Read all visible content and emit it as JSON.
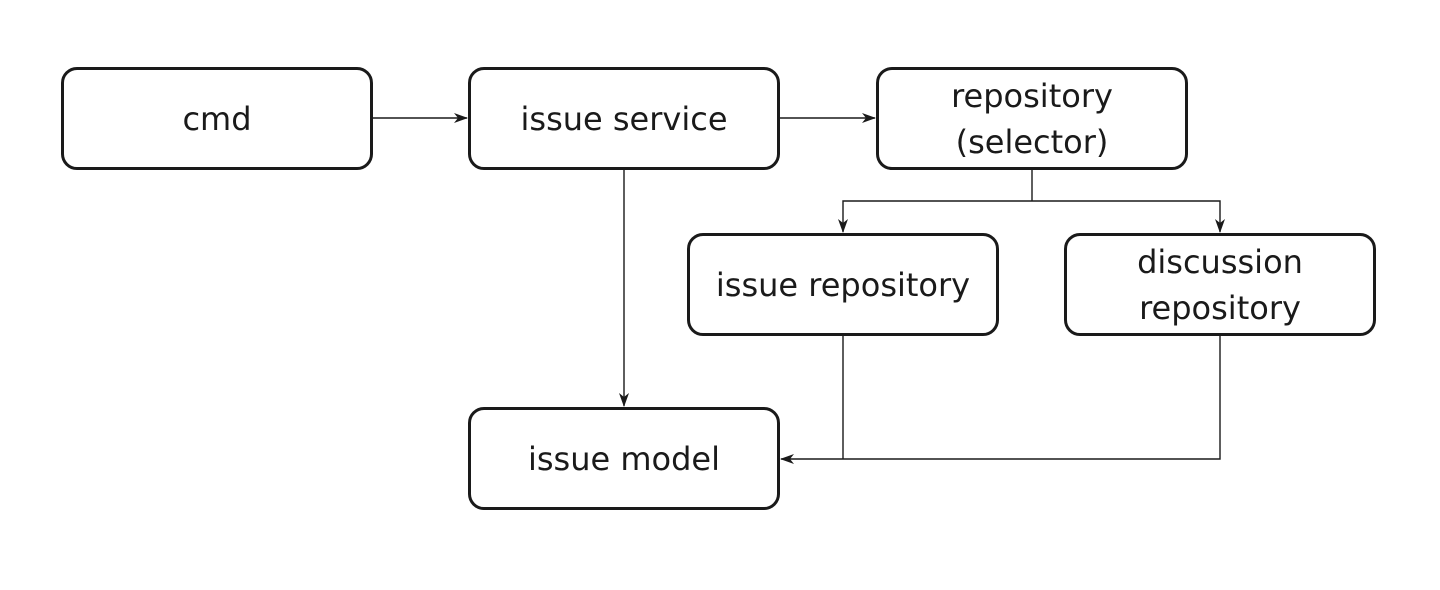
{
  "diagram": {
    "nodes": {
      "cmd": {
        "lines": [
          "cmd"
        ]
      },
      "issue_service": {
        "lines": [
          "issue service"
        ]
      },
      "repository_selector": {
        "lines": [
          "repository",
          "(selector)"
        ]
      },
      "issue_repository": {
        "lines": [
          "issue repository"
        ]
      },
      "discussion_repository": {
        "lines": [
          "discussion",
          "repository"
        ]
      },
      "issue_model": {
        "lines": [
          "issue model"
        ]
      }
    },
    "edges": [
      {
        "from": "cmd",
        "to": "issue service"
      },
      {
        "from": "issue service",
        "to": "repository (selector)"
      },
      {
        "from": "issue service",
        "to": "issue model"
      },
      {
        "from": "repository (selector)",
        "to": "issue repository"
      },
      {
        "from": "repository (selector)",
        "to": "discussion repository"
      },
      {
        "from": "issue repository",
        "to": "issue model"
      },
      {
        "from": "discussion repository",
        "to": "issue model"
      }
    ],
    "colors": {
      "stroke": "#1a1a1a",
      "background": "#ffffff"
    }
  }
}
